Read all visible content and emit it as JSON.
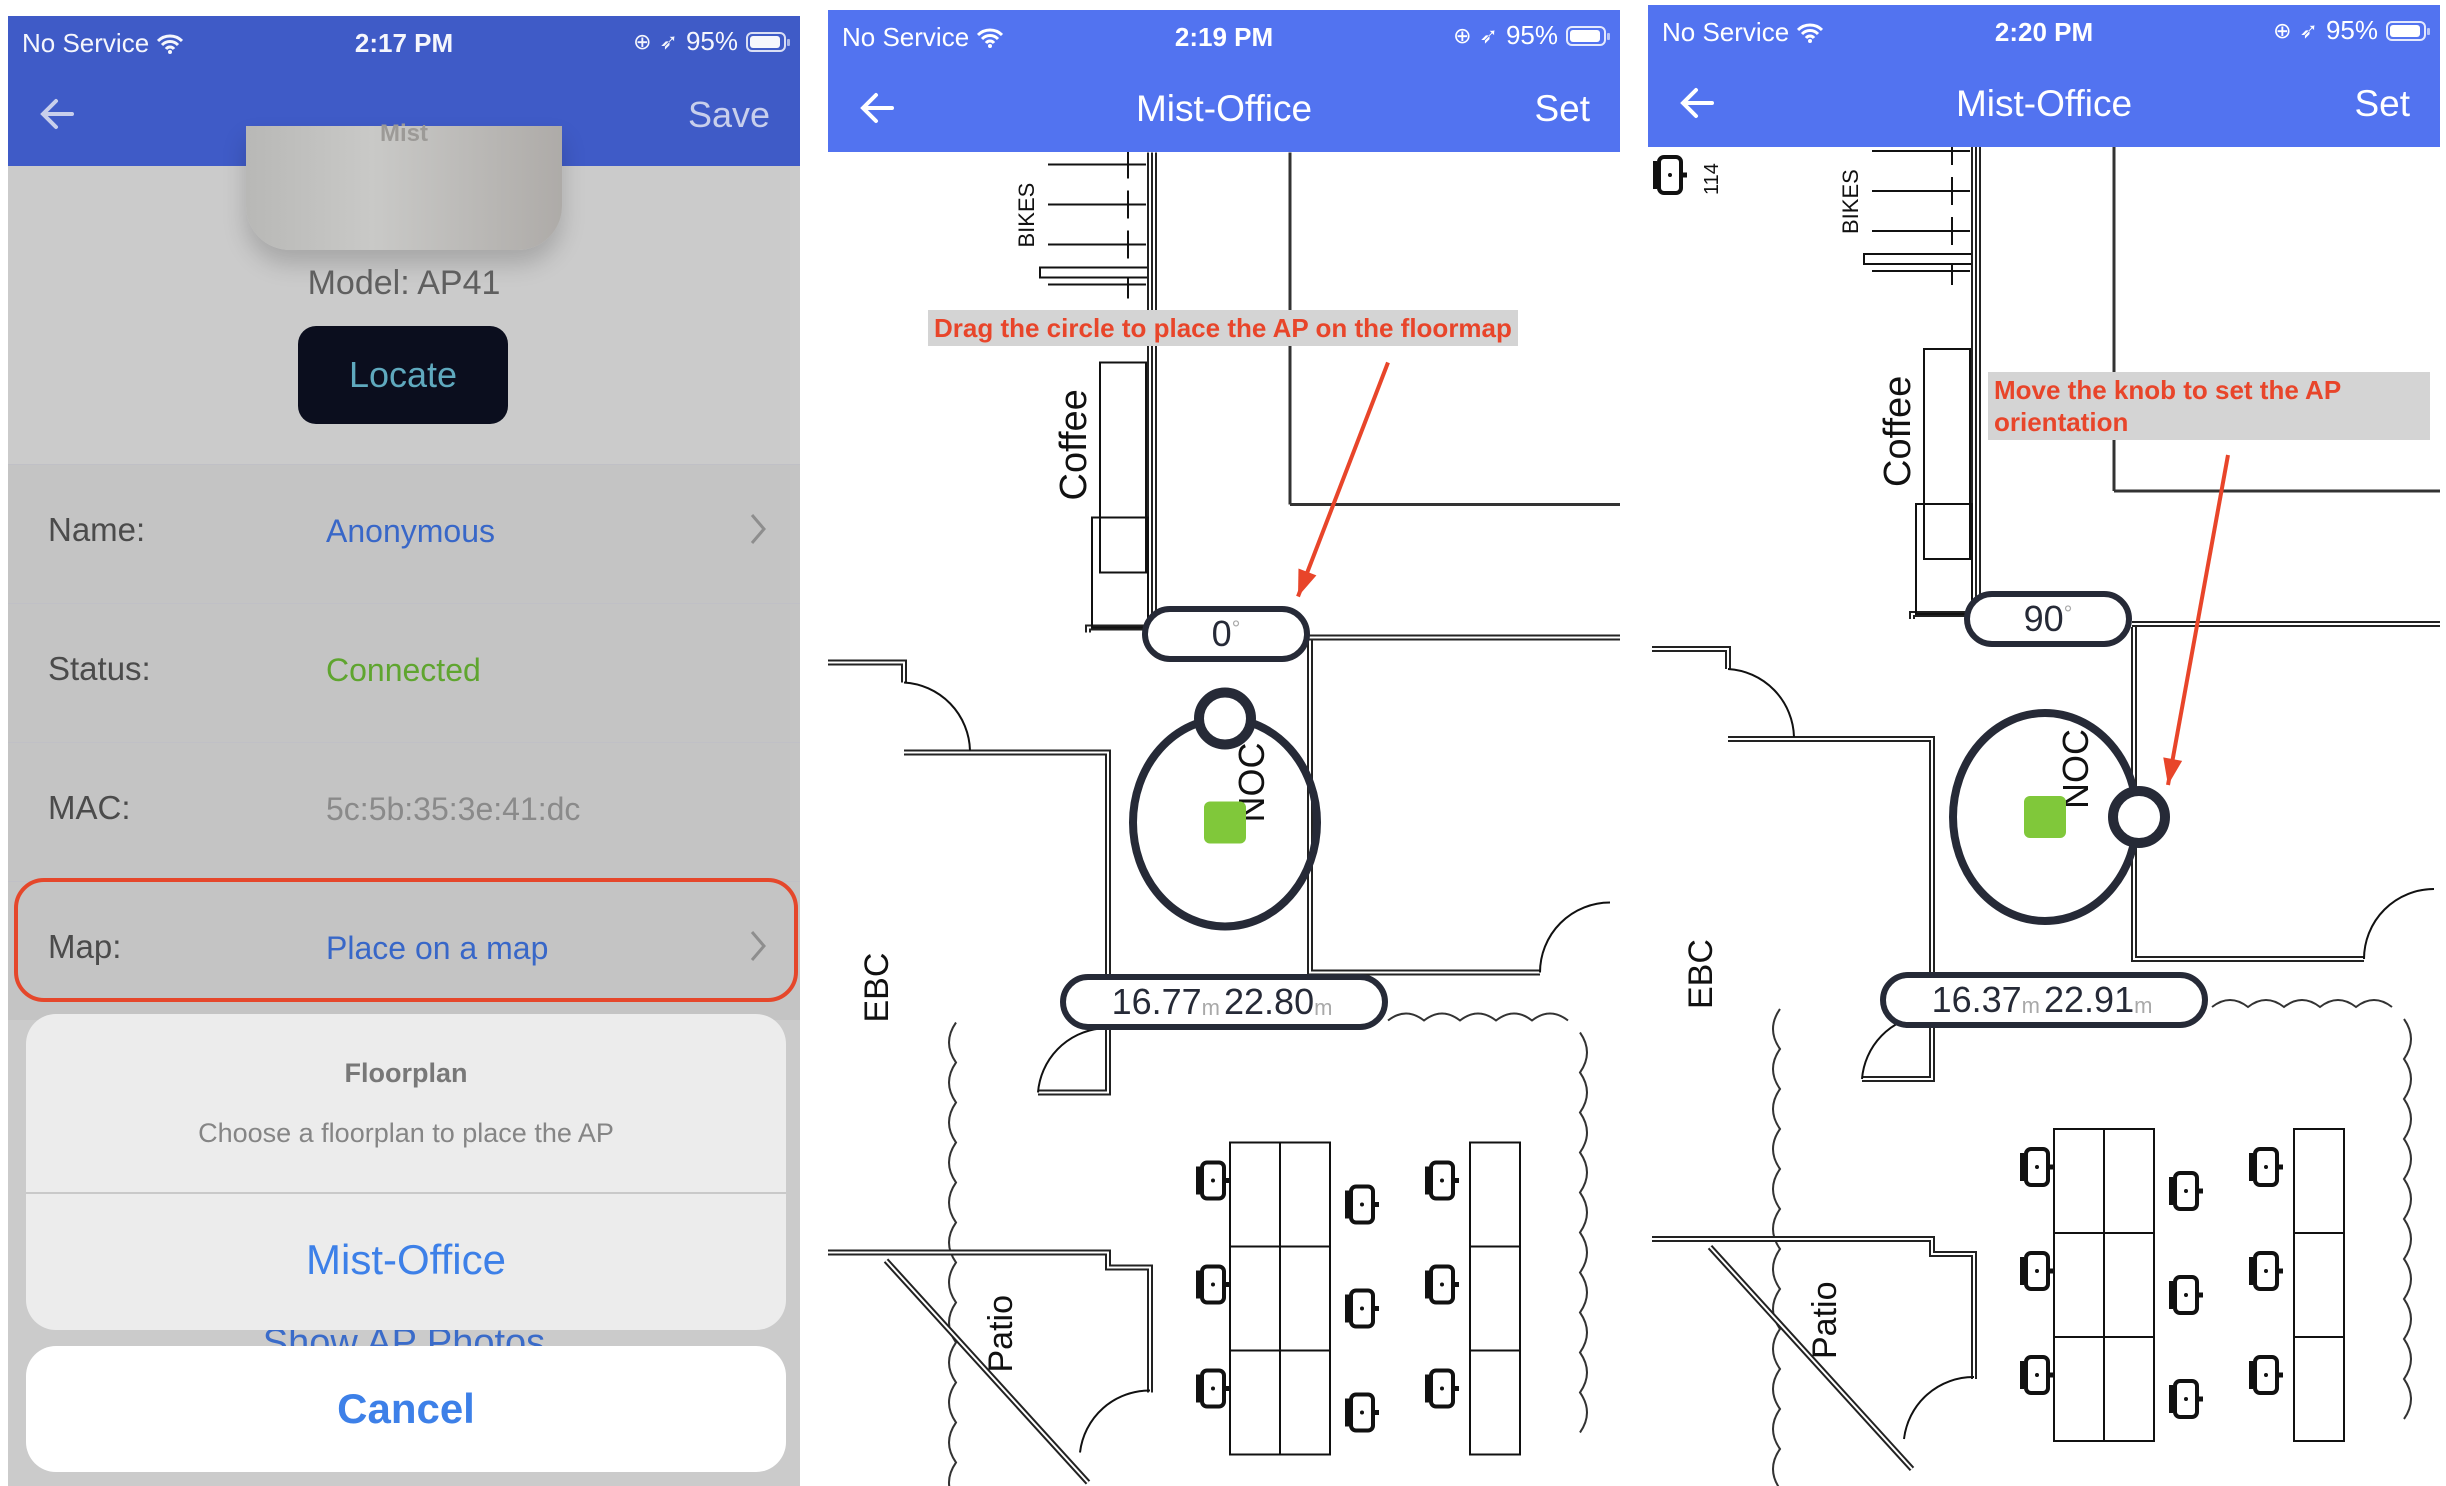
{
  "panels": [
    {
      "status": {
        "carrier": "No Service",
        "time": "2:17 PM",
        "battery": "95%"
      },
      "nav": {
        "save_label": "Save"
      },
      "device": {
        "brand_mark": "Mist",
        "model": "Model: AP41",
        "locate_label": "Locate"
      },
      "details": [
        {
          "label": "Name:",
          "value": "Anonymous",
          "value_color": "#3867c8",
          "chevron": true
        },
        {
          "label": "Status:",
          "value": "Connected",
          "value_color": "#5fa52f",
          "chevron": false
        },
        {
          "label": "MAC:",
          "value": "5c:5b:35:3e:41:dc",
          "value_color": "#8a8a8a",
          "chevron": false
        },
        {
          "label": "Map:",
          "value": "Place on a map",
          "value_color": "#3867c8",
          "chevron": true
        }
      ],
      "action_sheet": {
        "title": "Floorplan",
        "subtitle": "Choose a floorplan to place the AP",
        "options": [
          "Mist-Office"
        ],
        "behind_label": "Show AP Photos",
        "cancel_label": "Cancel"
      }
    },
    {
      "status": {
        "carrier": "No Service",
        "time": "2:19 PM",
        "battery": "95%"
      },
      "nav": {
        "title": "Mist-Office",
        "set_label": "Set"
      },
      "annotation": "Drag the circle to place the AP on the floormap",
      "orientation": {
        "value": "0",
        "unit": "°"
      },
      "position": {
        "x": "16.77",
        "y": "22.80",
        "unit": "m"
      },
      "rooms": {
        "bikes": "BIKES",
        "coffee": "Coffee",
        "noc": "NOC",
        "ebc": "EBC",
        "patio": "Patio"
      }
    },
    {
      "status": {
        "carrier": "No Service",
        "time": "2:20 PM",
        "battery": "95%"
      },
      "nav": {
        "title": "Mist-Office",
        "set_label": "Set"
      },
      "annotation": "Move the knob to set the AP orientation",
      "orientation": {
        "value": "90",
        "unit": "°"
      },
      "position": {
        "x": "16.37",
        "y": "22.91",
        "unit": "m"
      },
      "rooms": {
        "bikes": "BIKES",
        "coffee": "Coffee",
        "noc": "NOC",
        "ebc": "EBC",
        "patio": "Patio",
        "desk_number": "114"
      }
    }
  ],
  "colors": {
    "header_blue_dimmed": "#3f5bc7",
    "header_blue": "#5273f0",
    "annotation_red": "#e8452a",
    "ap_green": "#80c83a",
    "ios_blue": "#3d80e8"
  }
}
